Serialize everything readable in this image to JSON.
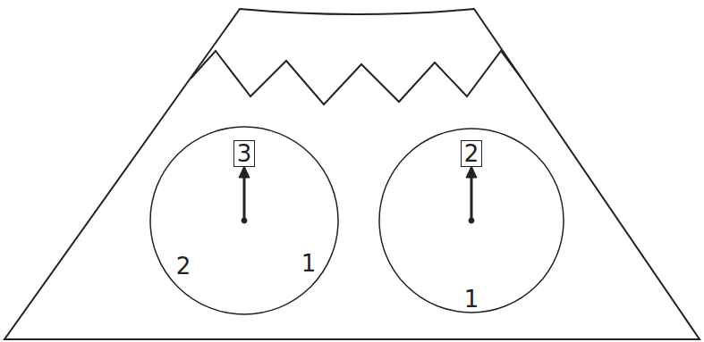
{
  "diagram": {
    "nodes": [
      {
        "text": [
          "3",
          "2",
          "1"
        ]
      },
      {
        "text": [
          "2",
          "1"
        ]
      }
    ]
  }
}
